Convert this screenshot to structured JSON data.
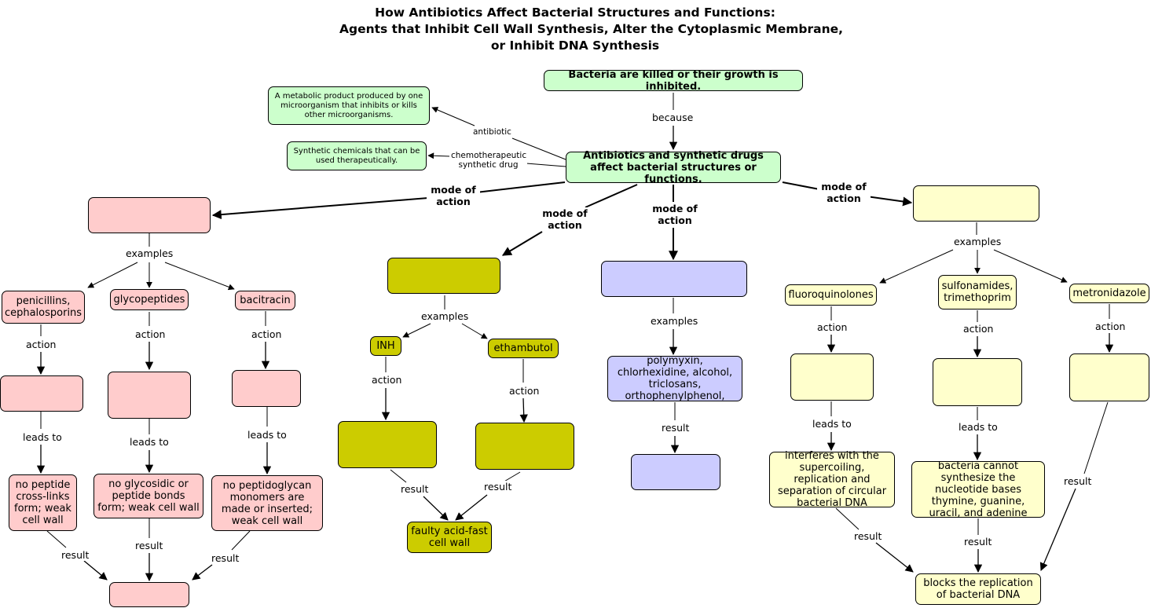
{
  "title": {
    "line1": "How Antibiotics Affect Bacterial Structures and Functions:",
    "line2": "Agents that Inhibit Cell Wall Synthesis, Alter the Cytoplasmic Membrane,",
    "line3": "or Inhibit DNA Synthesis"
  },
  "nodes": {
    "killed": "Bacteria are killed or their growth is inhibited.",
    "affect": "Antibiotics and synthetic drugs affect bacterial structures or functions.",
    "antibiotic_def": "A metabolic product produced by one microorganism that inhibits or kills other microorganisms.",
    "chemo_def": "Synthetic chemicals that can be used therapeutically.",
    "cellwall_mode": "",
    "pen": "penicillins, cephalosporins",
    "glyco": "glycopeptides",
    "baci": "bacitracin",
    "pen_action": "",
    "glyco_action": "",
    "baci_action": "",
    "pen_result": "no peptide cross-links form; weak cell wall",
    "glyco_result": "no glycosidic or peptide bonds form; weak cell wall",
    "baci_result": "no peptidoglycan monomers are made or inserted; weak cell wall",
    "cellwall_final": "",
    "acidfast_mode": "",
    "inh": "INH",
    "etham": "ethambutol",
    "inh_action": "",
    "etham_action": "",
    "faulty": "faulty acid-fast cell wall",
    "membrane_mode": "",
    "membrane_examples": "polymyxin, chlorhexidine, alcohol, triclosans, orthophenylphenol,",
    "membrane_result": "",
    "dna_mode": "",
    "fluoro": "fluoroquinolones",
    "sulfa": "sulfonamides, trimethoprim",
    "metro": "metronidazole",
    "fluoro_action": "",
    "sulfa_action": "",
    "metro_action": "",
    "fluoro_result": "interferes with the supercoiling, replication and separation of circular bacterial DNA",
    "sulfa_result": "bacteria cannot synthesize the nucleotide bases thymine, guanine, uracil, and adenine",
    "blocks": "blocks the replication of bacterial DNA"
  },
  "labels": {
    "because": "because",
    "antibiotic": "antibiotic",
    "chemo": "chemotherapeutic synthetic drug",
    "mode_of_action": "mode of action",
    "examples": "examples",
    "action": "action",
    "leads_to": "leads to",
    "result": "result"
  },
  "colors": {
    "green": "#ccffcc",
    "pink": "#ffcccc",
    "olive": "#cccc00",
    "lavender": "#ccccff",
    "yellow": "#ffffcc"
  }
}
